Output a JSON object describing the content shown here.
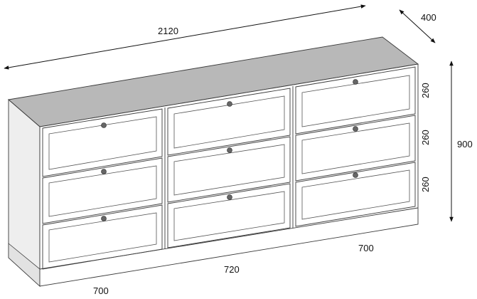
{
  "dimensions": {
    "overall_width": "2120",
    "depth": "400",
    "overall_height": "900",
    "drawer_heights": [
      "260",
      "260",
      "260"
    ],
    "column_widths": {
      "left": "700",
      "middle": "720",
      "right": "700"
    }
  },
  "colors": {
    "top_surface": "#b8b8b8",
    "front": "#ffffff",
    "side": "#eeeeee",
    "lines": "#3a3a3a"
  }
}
